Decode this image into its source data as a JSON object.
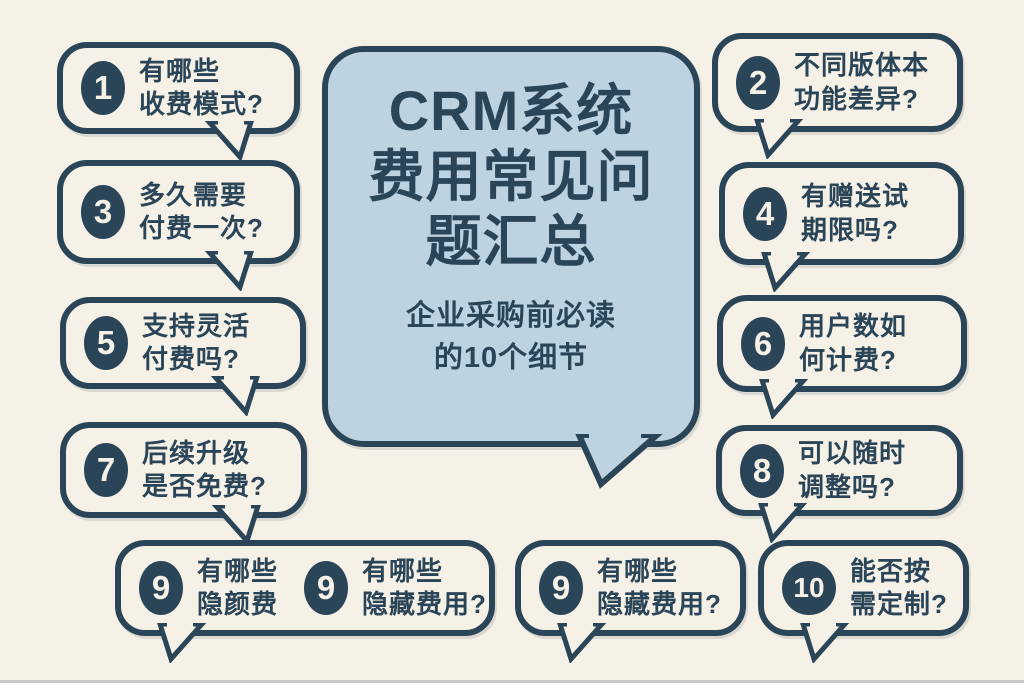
{
  "page": {
    "background_color": "#f6f1e7",
    "accent_color": "#2b4558",
    "center_fill_color": "#bed3e2"
  },
  "center": {
    "title_lines": [
      "CRM系统",
      "费用常见问",
      "题汇总"
    ],
    "subtitle_lines": [
      "企业采购前必读",
      "的10个细节"
    ]
  },
  "bubbles": [
    {
      "number": "1",
      "line1": "有哪些",
      "line2": "收费模式?"
    },
    {
      "number": "2",
      "line1": "不同版体本",
      "line2": "功能差异?"
    },
    {
      "number": "3",
      "line1": "多久需要",
      "line2": "付费一次?"
    },
    {
      "number": "4",
      "line1": "有赠送试",
      "line2": "期限吗?"
    },
    {
      "number": "5",
      "line1": "支持灵活",
      "line2": "付费吗?"
    },
    {
      "number": "6",
      "line1": "用户数如",
      "line2": "何计费?"
    },
    {
      "number": "7",
      "line1": "后续升级",
      "line2": "是否免费?"
    },
    {
      "number": "8",
      "line1": "可以随时",
      "line2": "调整吗?"
    },
    {
      "number": "9",
      "line1": "有哪些",
      "line2": "隐颜费"
    },
    {
      "number": "9",
      "line1": "有哪些",
      "line2": "隐藏费用?"
    },
    {
      "number": "9",
      "line1": "有哪些",
      "line2": "隐藏费用?"
    },
    {
      "number": "10",
      "line1": "能否按",
      "line2": "需定制?"
    }
  ]
}
